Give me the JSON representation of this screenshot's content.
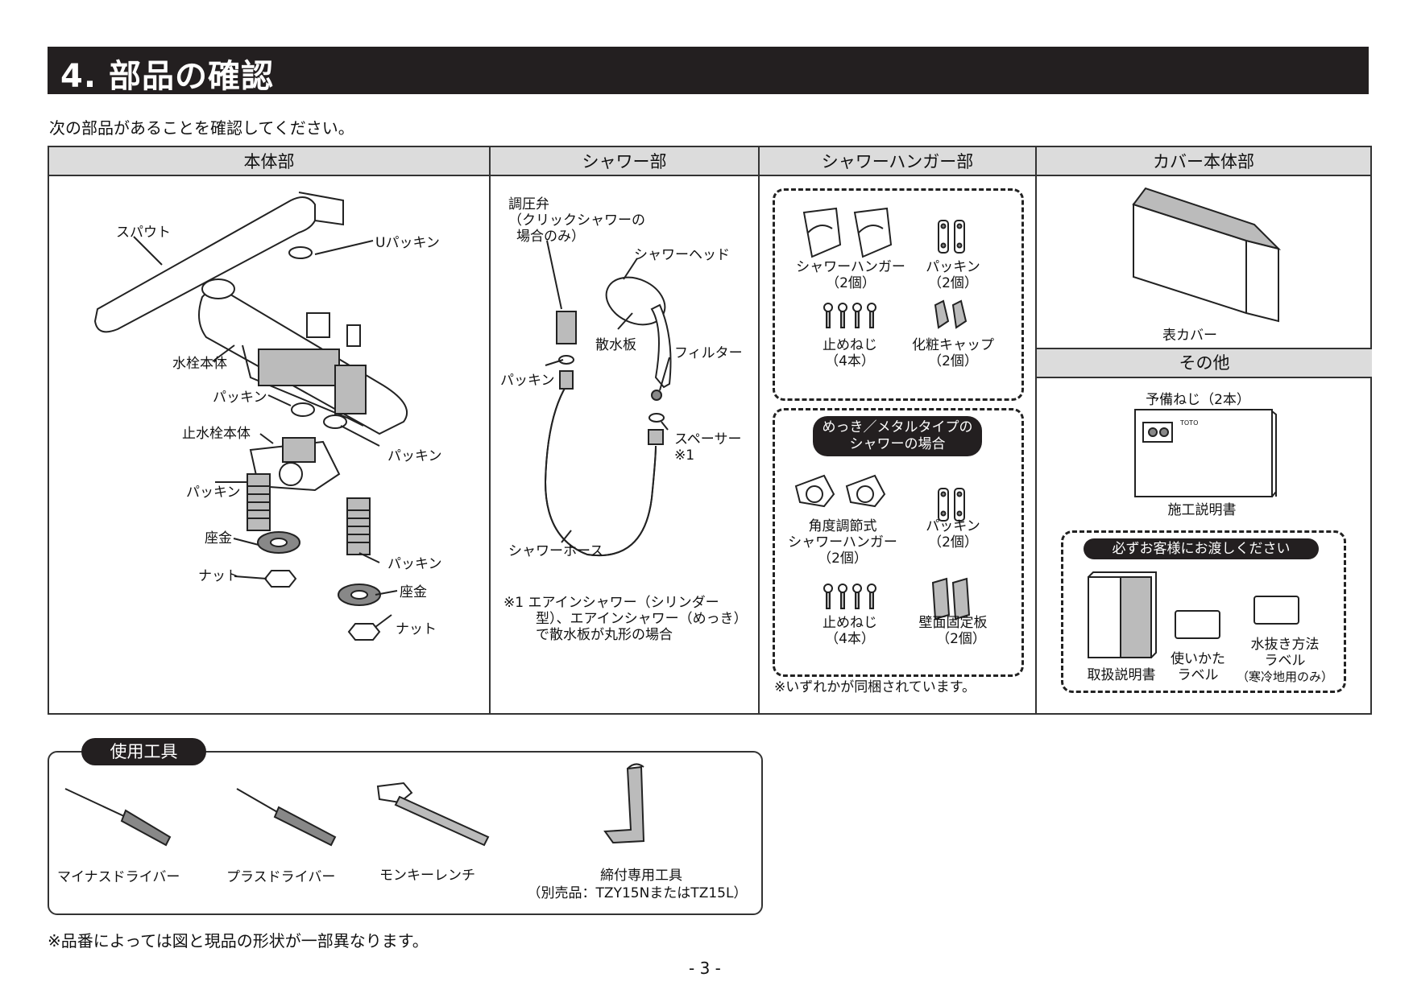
{
  "heading": "4. 部品の確認",
  "intro": "次の部品があることを確認してください。",
  "columns": {
    "body": {
      "header": "本体部",
      "labels": {
        "spout": "スパウト",
        "u_packing": "Uパッキン",
        "faucet_body": "水栓本体",
        "packing1": "パッキン",
        "stop_valve_body": "止水栓本体",
        "packing2": "パッキン",
        "packing3": "パッキン",
        "packing4": "パッキン",
        "washer1": "座金",
        "nut1": "ナット",
        "washer2": "座金",
        "nut2": "ナット"
      }
    },
    "shower": {
      "header": "シャワー部",
      "labels": {
        "pressure_valve_1": "調圧弁",
        "pressure_valve_2": "（クリックシャワーの",
        "pressure_valve_3": "場合のみ）",
        "shower_head": "シャワーヘッド",
        "spray_plate": "散水板",
        "filter": "フィルター",
        "packing": "パッキン",
        "spacer": "スペーサー",
        "spacer_note": "※1",
        "hose": "シャワーホース"
      },
      "note_1": "※1 エアインシャワー（シリンダー",
      "note_2": "型）、エアインシャワー（めっき）",
      "note_3": "で散水板が丸形の場合"
    },
    "hanger": {
      "header": "シャワーハンガー部",
      "group1": {
        "hanger": "シャワーハンガー",
        "hanger_qty": "（2個）",
        "packing": "パッキン",
        "packing_qty": "（2個）",
        "screw": "止めねじ",
        "screw_qty": "（4本）",
        "cap": "化粧キャップ",
        "cap_qty": "（2個）"
      },
      "group2": {
        "title_1": "めっき／メタルタイプの",
        "title_2": "シャワーの場合",
        "hanger_1": "角度調節式",
        "hanger_2": "シャワーハンガー",
        "hanger_qty": "（2個）",
        "packing": "パッキン",
        "packing_qty": "（2個）",
        "screw": "止めねじ",
        "screw_qty": "（4本）",
        "plate": "壁面固定板",
        "plate_qty": "（2個）"
      },
      "note": "※いずれかが同梱されています。"
    },
    "cover": {
      "header": "カバー本体部",
      "front_cover": "表カバー",
      "other_header": "その他",
      "spare_screw": "予備ねじ（2本）",
      "manual_brand": "TOTO",
      "install_manual": "施工説明書",
      "handover_title": "必ずお客様にお渡しください",
      "user_manual": "取扱説明書",
      "usage_label_1": "使いかた",
      "usage_label_2": "ラベル",
      "drain_label_1": "水抜き方法",
      "drain_label_2": "ラベル",
      "drain_label_3": "（寒冷地用のみ）"
    }
  },
  "tools": {
    "title": "使用工具",
    "items": [
      {
        "label": "マイナスドライバー"
      },
      {
        "label": "プラスドライバー"
      },
      {
        "label": "モンキーレンチ"
      },
      {
        "label": "締付専用工具",
        "sub": "（別売品：TZY15NまたはTZ15L）"
      }
    ]
  },
  "footnote": "※品番によっては図と現品の形状が一部異なります。",
  "page_number": "- 3 -"
}
